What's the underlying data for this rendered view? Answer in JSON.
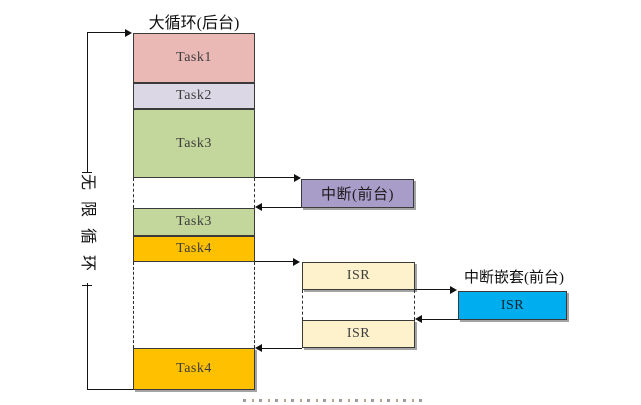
{
  "title": "大循环(后台)",
  "loop_label": "无限循环",
  "background_tasks": [
    {
      "label": "Task1",
      "color": "#eab9b5"
    },
    {
      "label": "Task2",
      "color": "#dcd7e4"
    },
    {
      "label": "Task3",
      "color": "#c3d69b"
    },
    {
      "label": "Task3",
      "color": "#c3d69b"
    },
    {
      "label": "Task4",
      "color": "#ffc000"
    },
    {
      "label": "Task4",
      "color": "#ffc000"
    }
  ],
  "foreground": {
    "interrupt_label": "中断(前台)",
    "interrupt_color": "#a89cc8",
    "isr_1_label": "ISR",
    "isr_2_label": "ISR",
    "isr_color": "#fdf2cc",
    "nested_title": "中断嵌套(前台)",
    "nested_isr_label": "ISR",
    "nested_isr_color": "#00aeef"
  },
  "line_color": "#141414"
}
